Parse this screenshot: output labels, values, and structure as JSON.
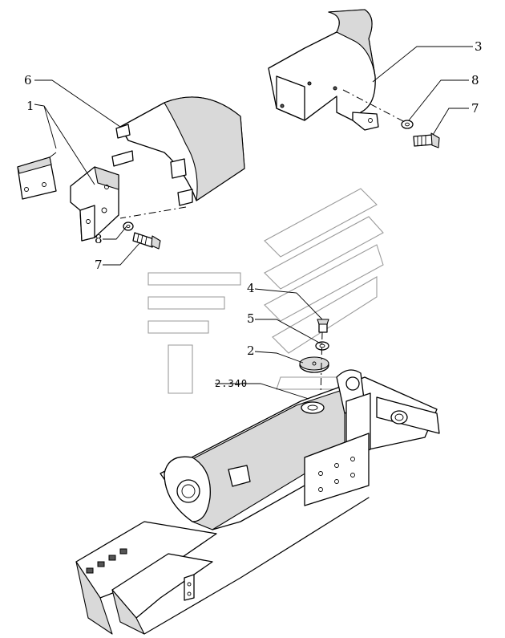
{
  "diagram": {
    "callouts": [
      {
        "id": "c6",
        "label": "6"
      },
      {
        "id": "c1",
        "label": "1"
      },
      {
        "id": "c8a",
        "label": "8"
      },
      {
        "id": "c7a",
        "label": "7"
      },
      {
        "id": "c3",
        "label": "3"
      },
      {
        "id": "c8b",
        "label": "8"
      },
      {
        "id": "c7b",
        "label": "7"
      },
      {
        "id": "c4",
        "label": "4"
      },
      {
        "id": "c5",
        "label": "5"
      },
      {
        "id": "c2",
        "label": "2"
      }
    ],
    "reference_label": "2.340"
  }
}
